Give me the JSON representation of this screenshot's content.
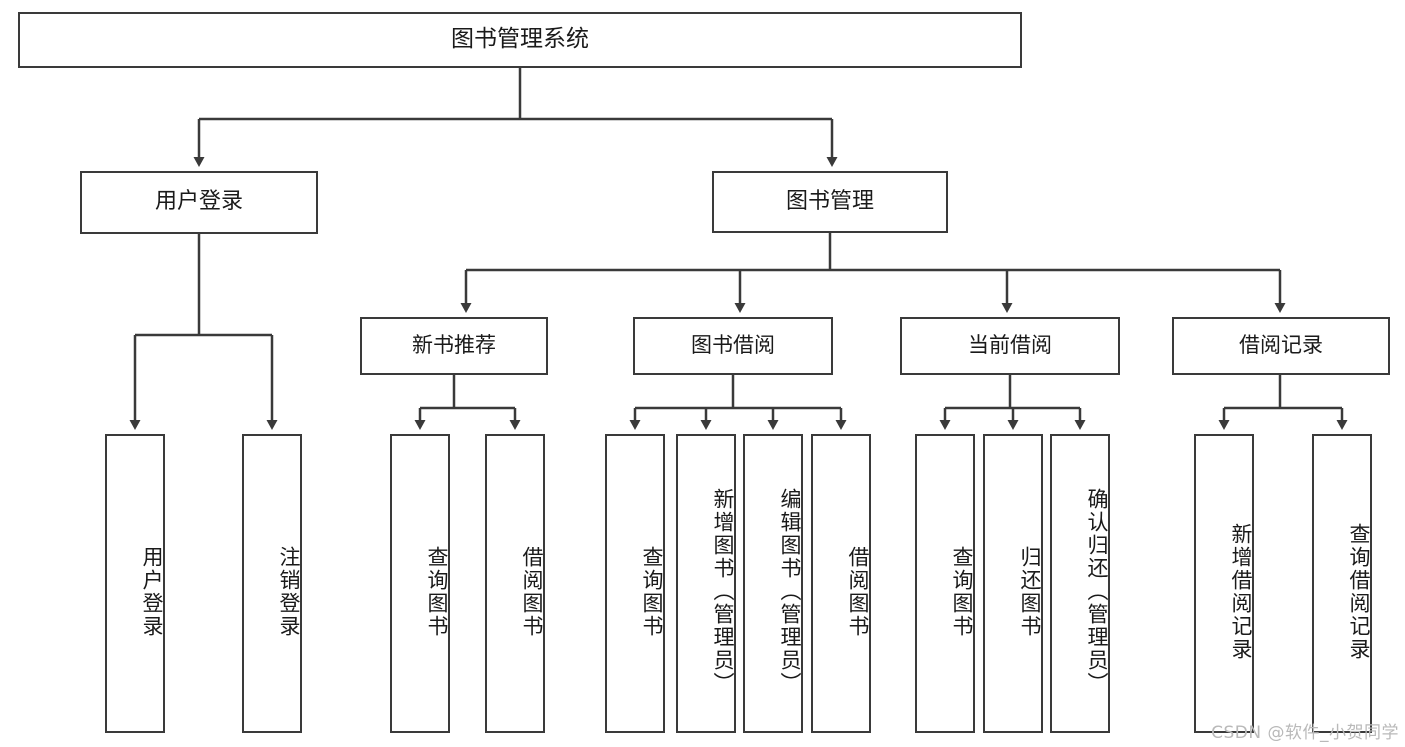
{
  "diagram": {
    "title": "图书管理系统",
    "type": "tree-hierarchy-chart",
    "root": {
      "label": "图书管理系统"
    },
    "level1": [
      {
        "label": "用户登录"
      },
      {
        "label": "图书管理"
      }
    ],
    "level2": [
      {
        "label": "新书推荐"
      },
      {
        "label": "图书借阅"
      },
      {
        "label": "当前借阅"
      },
      {
        "label": "借阅记录"
      }
    ],
    "leaves": {
      "user_login": [
        {
          "label": "用户登录"
        },
        {
          "label": "注销登录"
        }
      ],
      "new_book_recommend": [
        {
          "label": "查询图书"
        },
        {
          "label": "借阅图书"
        }
      ],
      "book_borrow": [
        {
          "label": "查询图书"
        },
        {
          "label": "新增图书（管理员）"
        },
        {
          "label": "编辑图书（管理员）"
        },
        {
          "label": "借阅图书"
        }
      ],
      "current_borrow": [
        {
          "label": "查询图书"
        },
        {
          "label": "归还图书"
        },
        {
          "label": "确认归还（管理员）"
        }
      ],
      "borrow_record": [
        {
          "label": "新增借阅记录"
        },
        {
          "label": "查询借阅记录"
        }
      ]
    }
  },
  "watermark": {
    "text": "CSDN @软件_小贺同学"
  },
  "colors": {
    "stroke": "#3a3a3a",
    "text": "#1a1a1a",
    "background": "#ffffff",
    "watermark": "#b9b9b9"
  }
}
